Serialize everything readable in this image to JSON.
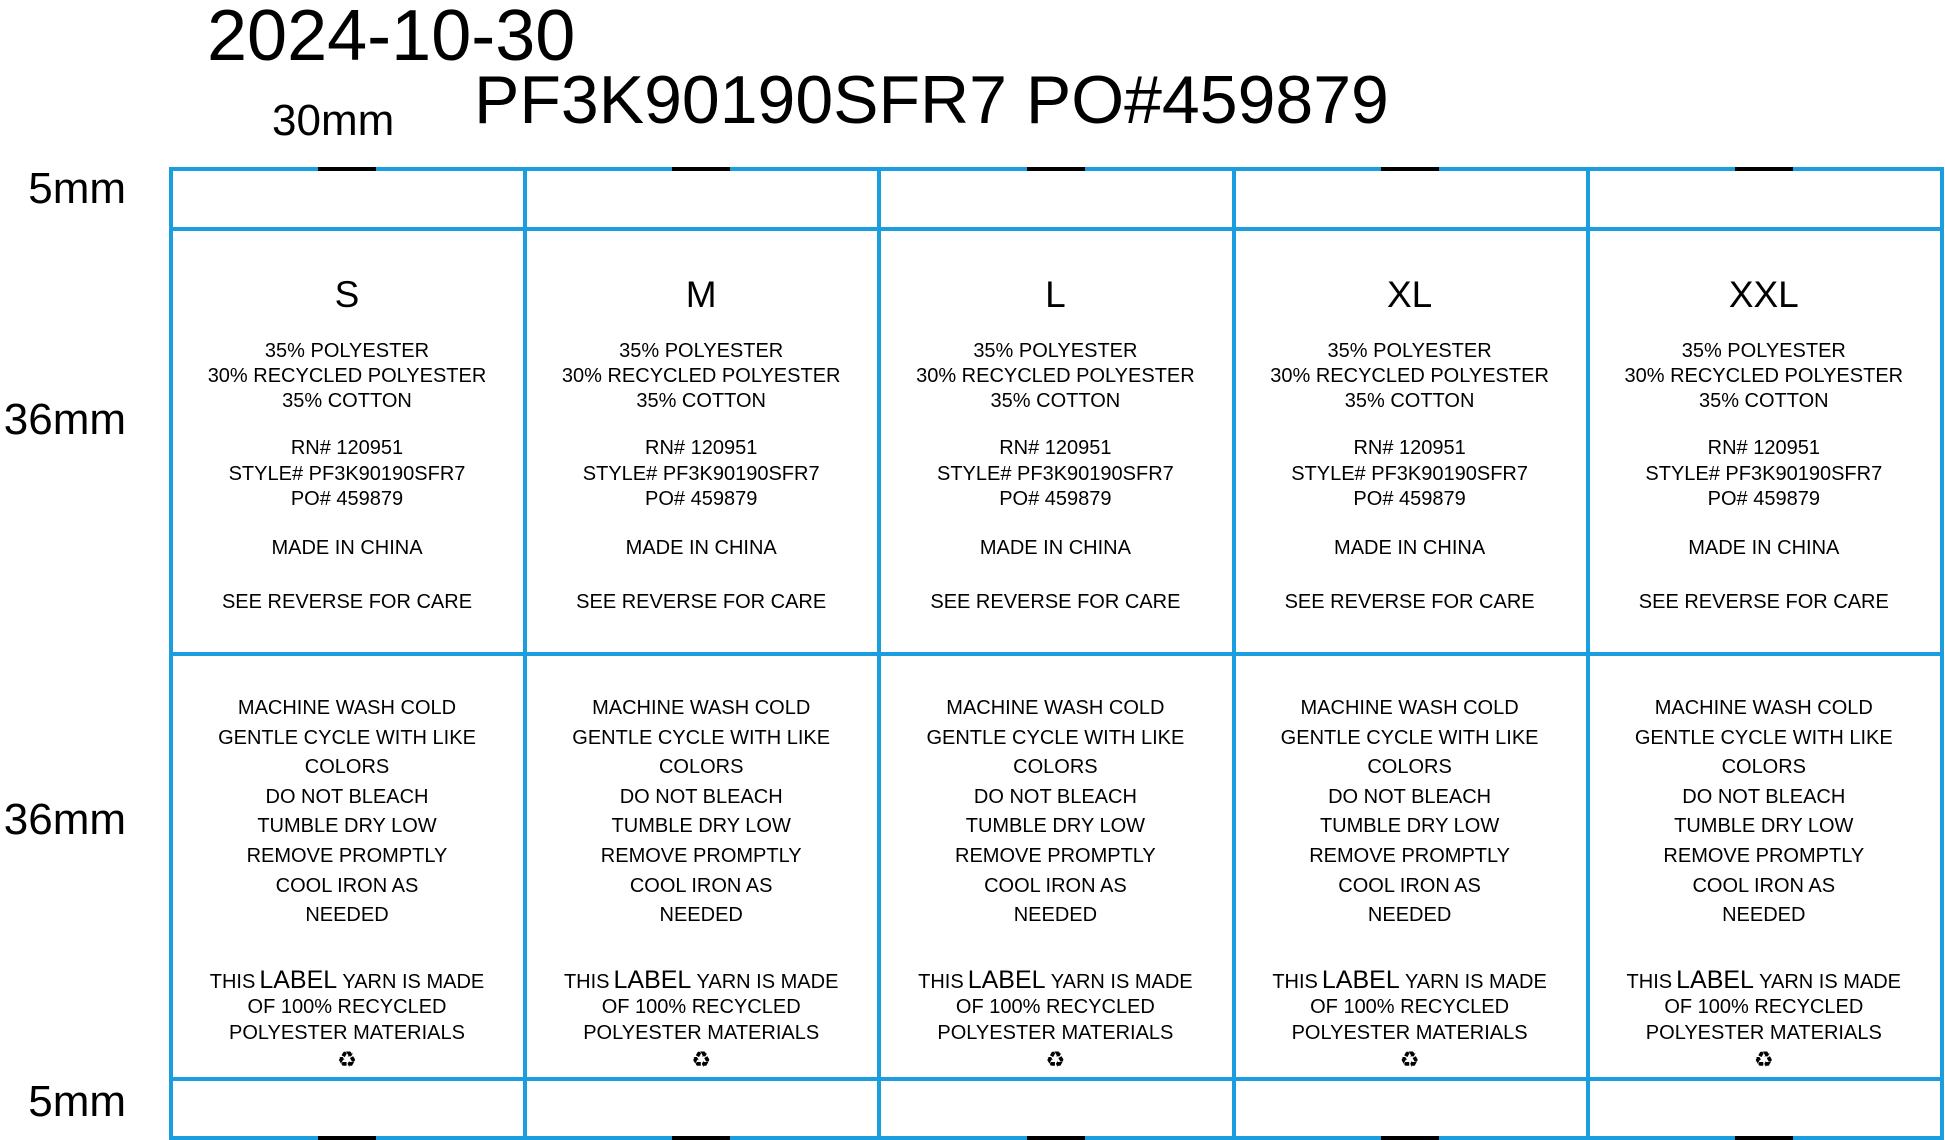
{
  "header": {
    "date": "2024-10-30",
    "title": "PF3K90190SFR7 PO#459879",
    "width_label": "30mm"
  },
  "dimensions": {
    "top_margin": "5mm",
    "section1": "36mm",
    "section2": "36mm",
    "bottom_margin": "5mm"
  },
  "colors": {
    "grid": "#1a9ee0",
    "tick": "#000000"
  },
  "labels": [
    {
      "size": "S"
    },
    {
      "size": "M"
    },
    {
      "size": "L"
    },
    {
      "size": "XL"
    },
    {
      "size": "XXL"
    }
  ],
  "content": {
    "composition": [
      "35% POLYESTER",
      "30% RECYCLED POLYESTER",
      "35% COTTON"
    ],
    "ids": [
      "RN# 120951",
      "STYLE# PF3K90190SFR7",
      "PO# 459879"
    ],
    "origin": "MADE IN CHINA",
    "see_reverse": "SEE REVERSE FOR CARE",
    "care": [
      "MACHINE WASH COLD",
      "GENTLE CYCLE WITH LIKE",
      "COLORS",
      "DO NOT BLEACH",
      "TUMBLE DRY LOW",
      "REMOVE PROMPTLY",
      "COOL IRON AS",
      "NEEDED"
    ],
    "recycled_prefix": "THIS",
    "recycled_emph": "LABEL",
    "recycled_suffix": " YARN IS MADE",
    "recycled_lines": [
      "OF 100% RECYCLED",
      "POLYESTER MATERIALS"
    ],
    "recycle_symbol": "♻",
    "recycle_icon": "recycle-icon"
  }
}
